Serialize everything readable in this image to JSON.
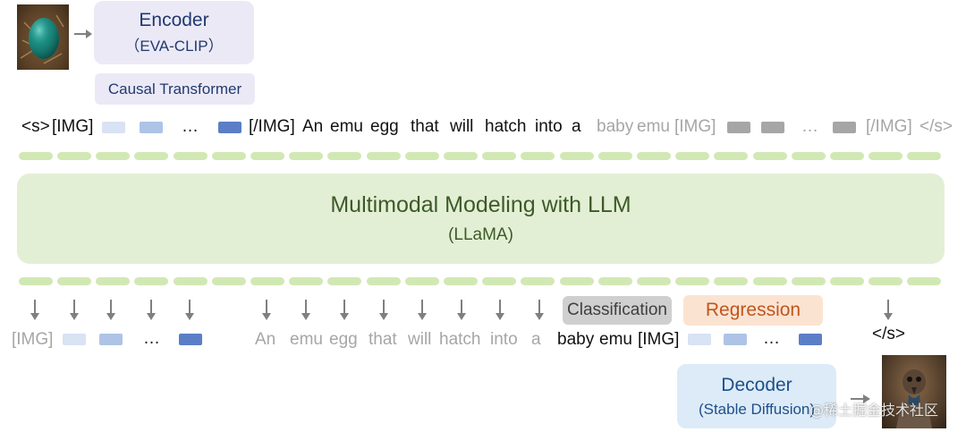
{
  "encoder": {
    "title": "Encoder",
    "subtitle": "（EVA-CLIP）"
  },
  "causal": "Causal Transformer",
  "input_tokens": [
    "<s>",
    "[IMG]",
    "…",
    "[/IMG]",
    "An",
    "emu",
    "egg",
    "that",
    "will",
    "hatch",
    "into",
    "a",
    "baby",
    "emu",
    "[IMG]",
    "…",
    "[/IMG]",
    "</s>"
  ],
  "llm": {
    "title": "Multimodal Modeling with LLM",
    "subtitle": "(LLaMA)"
  },
  "output_tokens": [
    "[IMG]",
    "…",
    "An",
    "emu",
    "egg",
    "that",
    "will",
    "hatch",
    "into",
    "a",
    "baby",
    "emu",
    "[IMG]",
    "…",
    "</s>"
  ],
  "heads": {
    "classification": "Classification",
    "regression": "Regression"
  },
  "decoder": {
    "title": "Decoder",
    "subtitle": "(Stable Diffusion)"
  },
  "watermark": "@稀土掘金技术社区",
  "colors": {
    "embed_light": "#d8e3f3",
    "embed_mid": "#aec3e6",
    "embed_dark": "#5b7ec6",
    "embed_grey": "#a6a6a6",
    "pill": "#d2e8b4",
    "llm_bg": "#e3efd5",
    "llm_text": "#3c5a28",
    "encoder_bg": "#ece9f6",
    "encoder_text": "#1f3a6e",
    "decoder_bg": "#dcebf7",
    "class_bg": "#cfcfcf",
    "reg_bg": "#fbe3d2",
    "reg_text": "#c0561d"
  }
}
